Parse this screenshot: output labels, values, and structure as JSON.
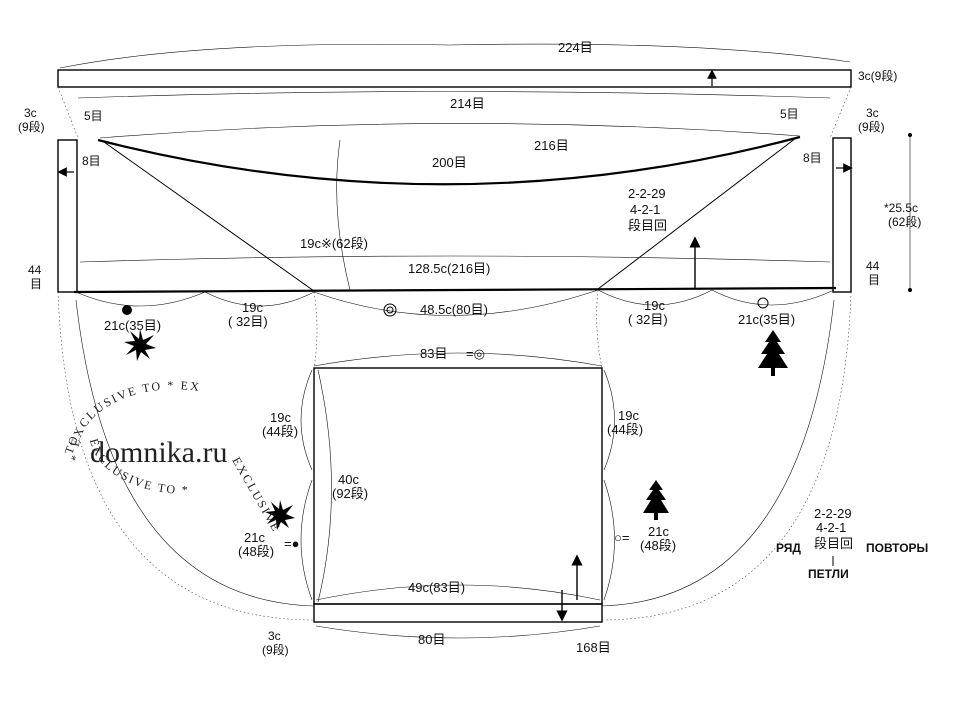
{
  "top_band": {
    "total_stitches": "224目",
    "inner_stitches": "214目",
    "left_dec": "5目",
    "right_dec": "5目",
    "right_rows": "3c(9段)"
  },
  "body_panel": {
    "left_top_c": "3c",
    "left_top_rows": "(9段)",
    "right_top_c": "3c",
    "right_top_rows": "(9段)",
    "left_corner": "8目",
    "right_corner": "8目",
    "curve_stitches": "200目",
    "top_stitches": "216目",
    "height_c": "*25.5c",
    "height_rows": "(62段)",
    "left_side_a": "44",
    "left_side_b": "目",
    "right_side_a": "44",
    "right_side_b": "目",
    "diagonal": "19c※(62段)",
    "bottom_width": "128.5c(216目)",
    "shaping_a": "2-2-29",
    "shaping_b": "4-2-1",
    "shaping_c": "段目回"
  },
  "bottom_edge": {
    "left_seg": "21c(35目)",
    "mid_left_a": "19c",
    "mid_left_b": "(  32目)",
    "center": "48.5c(80目)",
    "mid_right_a": "19c",
    "mid_right_b": "(  32目)",
    "right_seg": "21c(35目)"
  },
  "square": {
    "top": "83目",
    "top_eq": "=◎",
    "left_a": "19c",
    "left_b": "(44段)",
    "right_a": "19c",
    "right_b": "(44段)",
    "center_a": "40c",
    "center_b": "(92段)",
    "low_left_a": "21c",
    "low_left_b": "(48段)",
    "low_left_eq": "=●",
    "low_right_eq": "○=",
    "low_right_a": "21c",
    "low_right_b": "(48段)",
    "bottom_width": "49c(83目)",
    "bottom_left_a": "3c",
    "bottom_left_b": "(9段)",
    "band_stitches": "80目",
    "outer_stitches": "168目"
  },
  "legend": {
    "line1": "2-2-29",
    "line2": "4-2-1",
    "line3": "段目回",
    "left_word": "РЯД",
    "right_word": "ПОВТОРЫ",
    "bottom_word": "ПЕТЛИ"
  },
  "watermark": {
    "site": "domnika.ru",
    "ring_top": "* EXCLUSIVE TO * EX",
    "ring_left": "TO",
    "ring_bottom": "EXCLUSIVE TO *",
    "ring_right": "EXCLUSIVE"
  },
  "symbols": {
    "filled_circle": "filled-circle-icon",
    "double_circle": "double-circle-icon",
    "open_circle": "open-circle-icon",
    "star": "starburst-icon",
    "tree": "tree-icon"
  }
}
